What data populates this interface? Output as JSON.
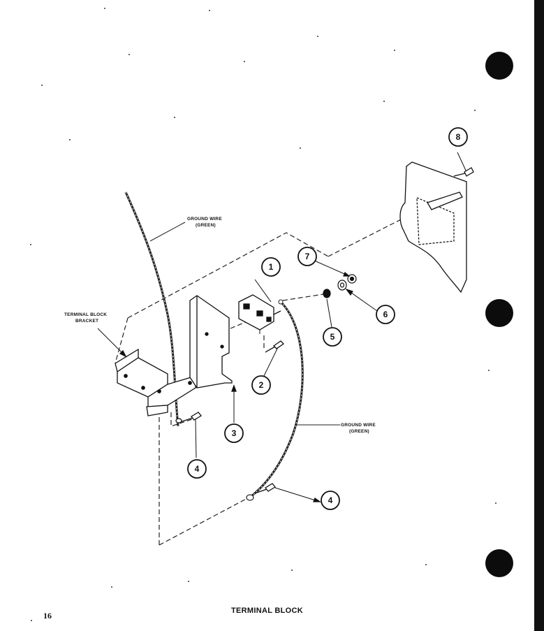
{
  "labels": {
    "ground_wire_top_line1": "GROUND WIRE",
    "ground_wire_top_line2": "(GREEN)",
    "ground_wire_bottom_line1": "GROUND WIRE",
    "ground_wire_bottom_line2": "(GREEN)",
    "terminal_block_bracket_line1": "TERMINAL BLOCK",
    "terminal_block_bracket_line2": "BRACKET"
  },
  "callouts": [
    {
      "id": "c8",
      "number": "8"
    },
    {
      "id": "c1",
      "number": "1"
    },
    {
      "id": "c7",
      "number": "7"
    },
    {
      "id": "c6",
      "number": "6"
    },
    {
      "id": "c5",
      "number": "5"
    },
    {
      "id": "c2",
      "number": "2"
    },
    {
      "id": "c3",
      "number": "3"
    },
    {
      "id": "c4a",
      "number": "4"
    },
    {
      "id": "c4b",
      "number": "4"
    }
  ],
  "footer": {
    "page_number": "16",
    "title": "TERMINAL BLOCK"
  }
}
